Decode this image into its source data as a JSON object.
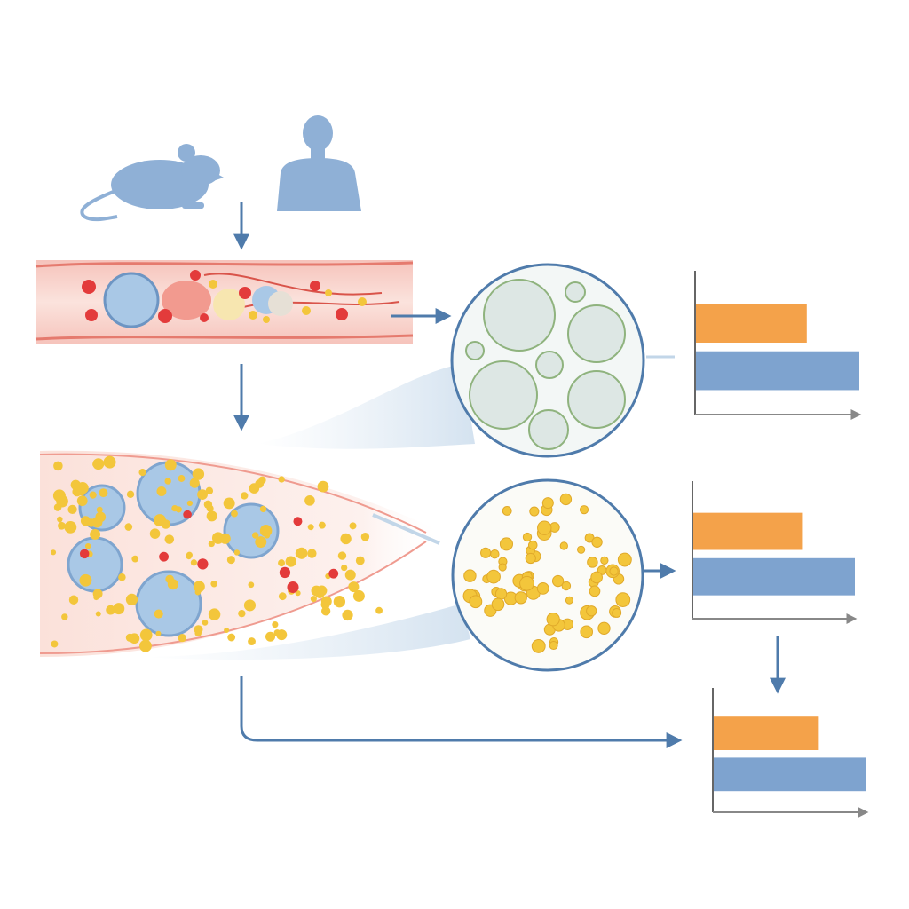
{
  "colors": {
    "arrow": "#4f7bab",
    "silhouette": "#8fb0d6",
    "orange_bar": "#f4a24a",
    "blue_bar": "#7ea3cf",
    "vessel_red": "#f2a9a0",
    "cell_yellow": "#f3c63b",
    "cluster_blue": "#a9c8e6"
  },
  "icons": [
    "mouse-icon",
    "human-icon"
  ],
  "bar_charts": [
    {
      "orange": 0.68,
      "blue": 1.0
    },
    {
      "orange": 0.68,
      "blue": 1.0
    },
    {
      "orange": 0.69,
      "blue": 1.0
    }
  ]
}
